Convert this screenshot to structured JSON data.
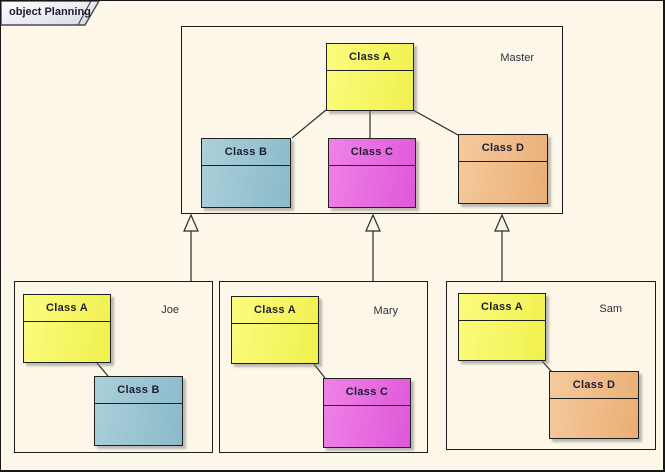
{
  "diagram": {
    "tab_title": "object Planning",
    "type": "uml-object-diagram"
  },
  "frames": {
    "master": {
      "label": "Master",
      "classes": [
        {
          "name": "Class A",
          "color": "#F4F462"
        },
        {
          "name": "Class B",
          "color": "#9BC6D2"
        },
        {
          "name": "Class C",
          "color": "#E76FE0"
        },
        {
          "name": "Class D",
          "color": "#F0BD8A"
        }
      ]
    },
    "joe": {
      "label": "Joe",
      "classes": [
        {
          "name": "Class A",
          "color": "#F4F462"
        },
        {
          "name": "Class B",
          "color": "#9BC6D2"
        }
      ]
    },
    "mary": {
      "label": "Mary",
      "classes": [
        {
          "name": "Class A",
          "color": "#F4F462"
        },
        {
          "name": "Class C",
          "color": "#E76FE0"
        }
      ]
    },
    "sam": {
      "label": "Sam",
      "classes": [
        {
          "name": "Class A",
          "color": "#F4F462"
        },
        {
          "name": "Class D",
          "color": "#F0BD8A"
        }
      ]
    }
  },
  "relationships": {
    "master_internal": [
      "Class A - Class B",
      "Class A - Class C",
      "Class A - Class D"
    ],
    "package_internal": [
      "Joe: Class A - Class B",
      "Mary: Class A - Class C",
      "Sam: Class A - Class D"
    ],
    "generalizations": [
      "Joe -> Master",
      "Mary -> Master",
      "Sam -> Master"
    ]
  },
  "colors": {
    "background": "#FCF7E8",
    "frame_border": "#1C1C1C",
    "class_yellow": "#F4F462",
    "class_blue": "#9BC6D2",
    "class_magenta": "#E76FE0",
    "class_tan": "#F0BD8A",
    "shadow": "#BDBDBD",
    "text": "#1D1D30"
  }
}
